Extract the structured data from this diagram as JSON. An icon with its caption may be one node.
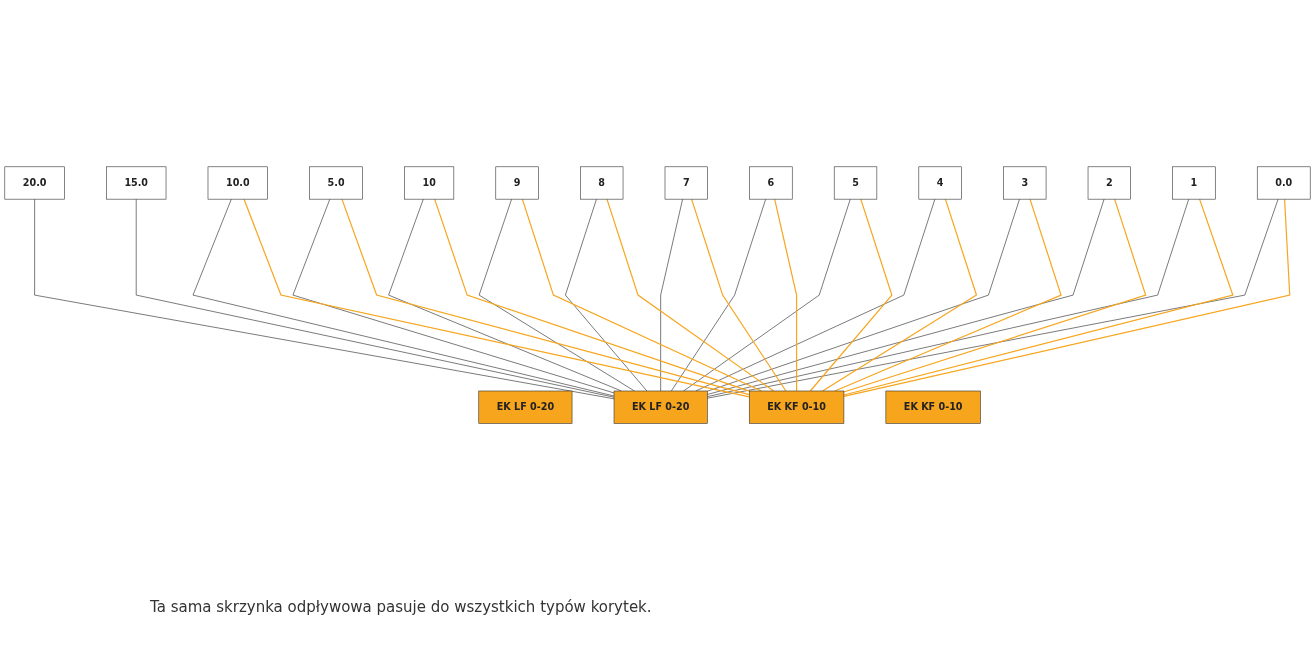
{
  "diagram": {
    "nodes": [
      {
        "text": [
          "20.0"
        ]
      },
      {
        "text": [
          "15.0"
        ]
      },
      {
        "text": [
          "10.0"
        ]
      },
      {
        "text": [
          "5.0"
        ]
      },
      {
        "text": [
          "10"
        ]
      },
      {
        "text": [
          "9"
        ]
      },
      {
        "text": [
          "8"
        ]
      },
      {
        "text": [
          "7"
        ]
      },
      {
        "text": [
          "6"
        ]
      },
      {
        "text": [
          "5"
        ]
      },
      {
        "text": [
          "4"
        ]
      },
      {
        "text": [
          "3"
        ]
      },
      {
        "text": [
          "2"
        ]
      },
      {
        "text": [
          "1"
        ]
      },
      {
        "text": [
          "0.0"
        ]
      },
      {
        "text": [
          "EK LF 0-20"
        ]
      },
      {
        "text": [
          "EK LF 0-20"
        ]
      },
      {
        "text": [
          "EK KF 0-10"
        ]
      },
      {
        "text": [
          "EK KF 0-10"
        ]
      }
    ],
    "edges": [
      {
        "from": 16,
        "to": 0,
        "arrow": "none"
      },
      {
        "from": 16,
        "to": 1,
        "arrow": "none"
      },
      {
        "from": 16,
        "to": 2,
        "arrow": "none"
      },
      {
        "from": 16,
        "to": 3,
        "arrow": "none"
      },
      {
        "from": 16,
        "to": 4,
        "arrow": "none"
      },
      {
        "from": 16,
        "to": 5,
        "arrow": "none"
      },
      {
        "from": 16,
        "to": 6,
        "arrow": "none"
      },
      {
        "from": 16,
        "to": 7,
        "arrow": "none"
      },
      {
        "from": 16,
        "to": 8,
        "arrow": "none"
      },
      {
        "from": 16,
        "to": 9,
        "arrow": "none"
      },
      {
        "from": 16,
        "to": 10,
        "arrow": "none"
      },
      {
        "from": 16,
        "to": 11,
        "arrow": "none"
      },
      {
        "from": 16,
        "to": 12,
        "arrow": "none"
      },
      {
        "from": 16,
        "to": 13,
        "arrow": "none"
      },
      {
        "from": 16,
        "to": 14,
        "arrow": "none"
      },
      {
        "from": 17,
        "to": 2,
        "arrow": "none",
        "color": "#f7a51c"
      },
      {
        "from": 17,
        "to": 3,
        "arrow": "none",
        "color": "#f7a51c"
      },
      {
        "from": 17,
        "to": 4,
        "arrow": "none",
        "color": "#f7a51c"
      },
      {
        "from": 17,
        "to": 5,
        "arrow": "none",
        "color": "#f7a51c"
      },
      {
        "from": 17,
        "to": 6,
        "arrow": "none",
        "color": "#f7a51c"
      },
      {
        "from": 17,
        "to": 7,
        "arrow": "none",
        "color": "#f7a51c"
      },
      {
        "from": 17,
        "to": 8,
        "arrow": "none",
        "color": "#f7a51c"
      },
      {
        "from": 17,
        "to": 9,
        "arrow": "none",
        "color": "#f7a51c"
      },
      {
        "from": 17,
        "to": 10,
        "arrow": "none",
        "color": "#f7a51c"
      },
      {
        "from": 17,
        "to": 11,
        "arrow": "none",
        "color": "#f7a51c"
      },
      {
        "from": 17,
        "to": 12,
        "arrow": "none",
        "color": "#f7a51c"
      },
      {
        "from": 17,
        "to": 13,
        "arrow": "none",
        "color": "#f7a51c"
      },
      {
        "from": 17,
        "to": 14,
        "arrow": "none",
        "color": "#f7a51c"
      }
    ],
    "labels": [
      "Ta sama skrzynka odpływowa pasuje do wszystkich typów korytek."
    ]
  }
}
